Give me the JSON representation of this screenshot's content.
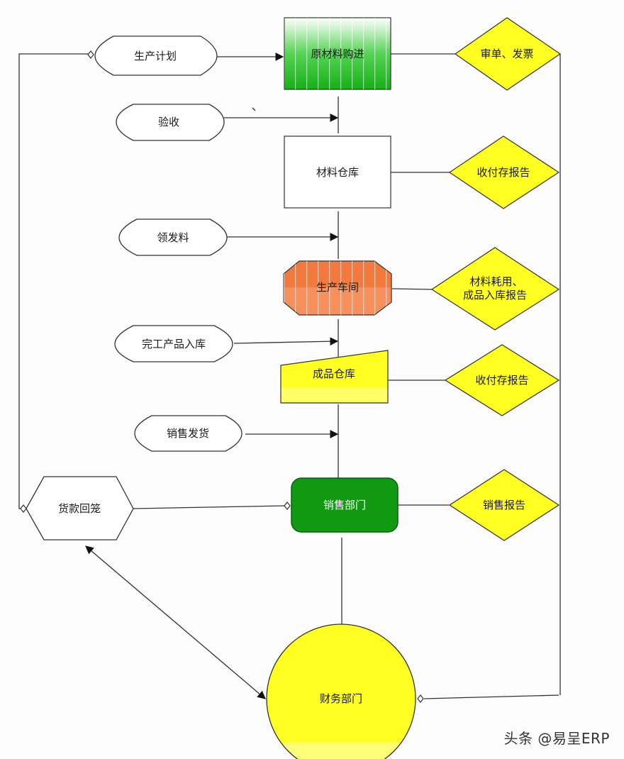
{
  "colors": {
    "purchase_green": "#22bb22",
    "production_orange": "#f4864a",
    "yellow": "#ffff22",
    "sales_green": "#119911",
    "line": "#333333"
  },
  "nodes": {
    "production_plan": "生产计划",
    "inspection": "验收",
    "raw_material_purchase": "原材料购进",
    "material_warehouse": "材料仓库",
    "material_issue": "领发料",
    "production_workshop": "生产车间",
    "finished_goods_in": "完工产品入库",
    "finished_goods_warehouse": "成品仓库",
    "sales_shipment": "销售发货",
    "payment_collection": "货款回笼",
    "sales_department": "销售部门",
    "finance_department": "财务部门"
  },
  "reports": {
    "invoice_check": "审单、发票",
    "material_report": "收付存报告",
    "production_report_line1": "材料耗用、",
    "production_report_line2": "成品入库报告",
    "finished_goods_report": "收付存报告",
    "sales_report": "销售报告"
  },
  "watermark": "头条 @易呈ERP"
}
